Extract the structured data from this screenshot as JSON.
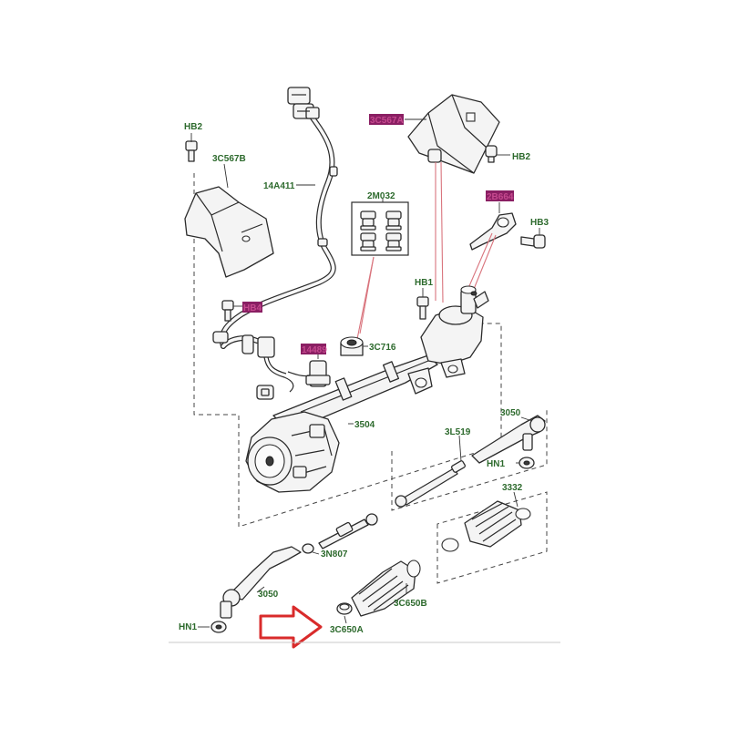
{
  "diagram": {
    "labels": {
      "hb2_left": "HB2",
      "c3c567b": "3C567B",
      "c14a411": "14A411",
      "c2m032": "2M032",
      "c3c567a": "3C567A",
      "hb2_right": "HB2",
      "c2b664": "2B664",
      "hb3": "HB3",
      "hb1": "HB1",
      "hb4": "HB4",
      "c3c716": "3C716",
      "c14489": "14489",
      "c3504": "3504",
      "c3050_right": "3050",
      "c3l519": "3L519",
      "hn1_right": "HN1",
      "c3332": "3332",
      "c3n807": "3N807",
      "c3050_left": "3050",
      "c3c650b": "3C650B",
      "hn1_left": "HN1",
      "c3c650a": "3C650A"
    },
    "colors": {
      "label_text": "#2d6a2d",
      "highlight_box": "#8a1f63",
      "highlight_text": "#c64a8f",
      "arrow": "#d92b2b",
      "pink_leader": "#d9747d"
    }
  }
}
